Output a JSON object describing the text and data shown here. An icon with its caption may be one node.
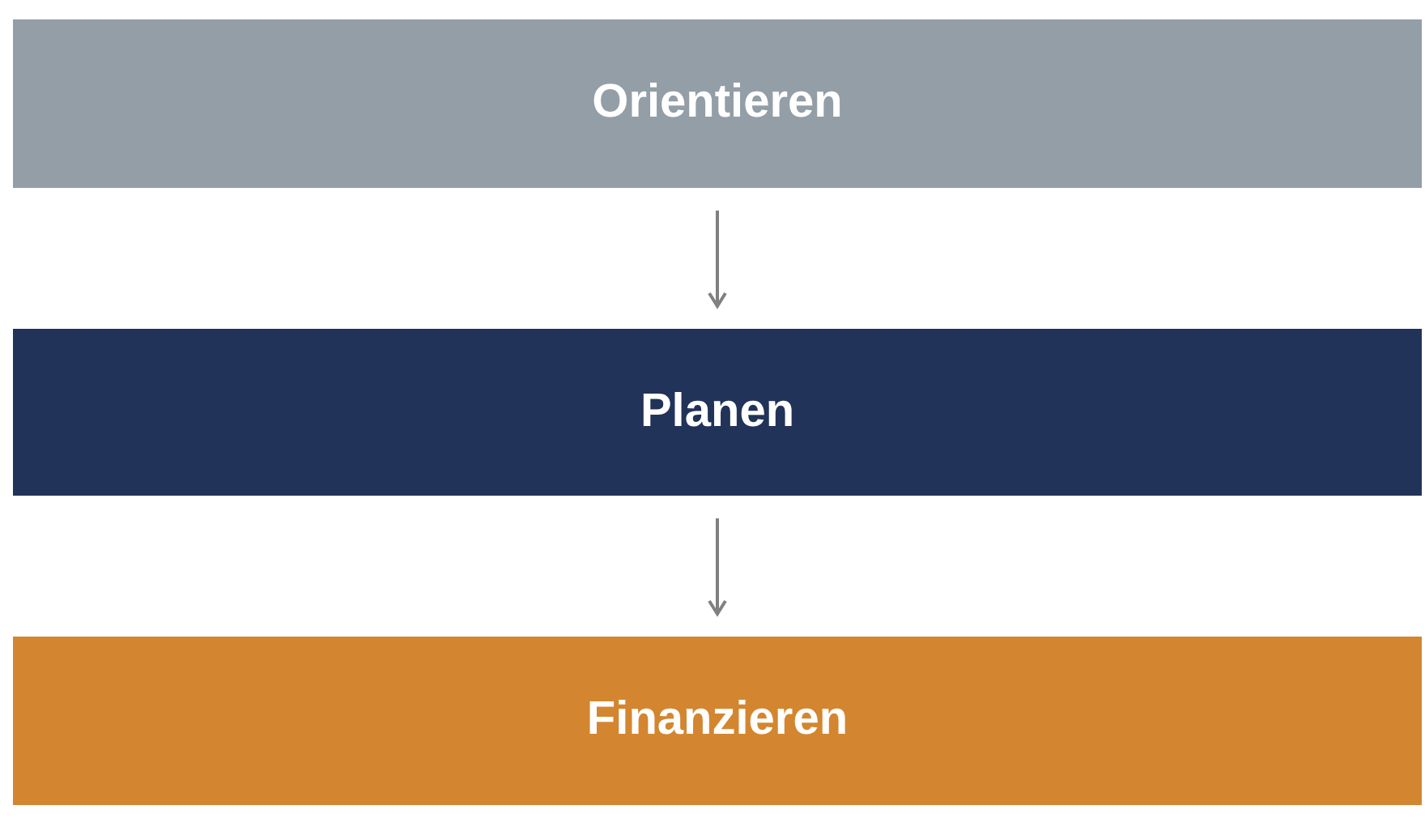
{
  "diagram": {
    "nodes": [
      {
        "text": [
          "Orientieren"
        ]
      },
      {
        "text": [
          "Planen"
        ]
      },
      {
        "text": [
          "Finanzieren"
        ]
      }
    ],
    "edges": [
      {
        "from": 0,
        "to": 1,
        "arrow": "to"
      },
      {
        "from": 1,
        "to": 2,
        "arrow": "to"
      }
    ]
  }
}
